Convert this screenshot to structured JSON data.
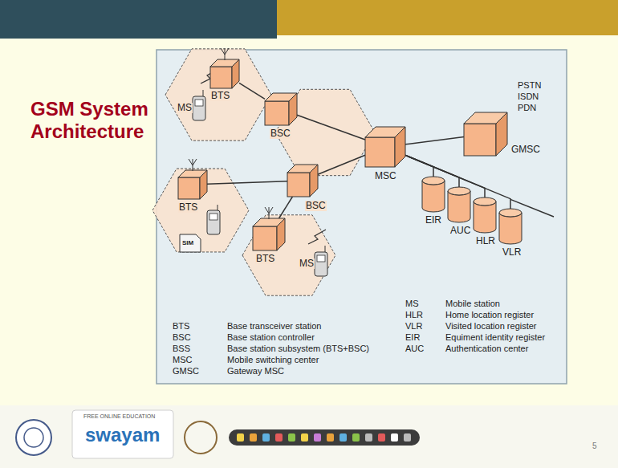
{
  "diagram": {
    "title": "GSM System Architecture",
    "nodes": [
      {
        "text": [
          "MS"
        ]
      },
      {
        "text": [
          "BTS"
        ]
      },
      {
        "text": [
          "BSC"
        ]
      },
      {
        "text": [
          "MSC"
        ]
      },
      {
        "text": [
          "GMSC"
        ]
      },
      {
        "text": [
          "BTS"
        ]
      },
      {
        "text": [
          "BSC"
        ]
      },
      {
        "text": [
          "EIR"
        ]
      },
      {
        "text": [
          "AUC"
        ]
      },
      {
        "text": [
          "HLR"
        ]
      },
      {
        "text": [
          "VLR"
        ]
      },
      {
        "text": [
          "BTS"
        ]
      },
      {
        "text": [
          "MS"
        ]
      }
    ],
    "edges": [
      {
        "from": 1,
        "to": 2,
        "arrow": "none"
      },
      {
        "from": 2,
        "to": 3,
        "arrow": "none"
      },
      {
        "from": 3,
        "to": 4,
        "arrow": "none"
      },
      {
        "from": 5,
        "to": 6,
        "arrow": "none"
      },
      {
        "from": 11,
        "to": 6,
        "arrow": "none"
      },
      {
        "from": 6,
        "to": 3,
        "arrow": "none"
      },
      {
        "from": 3,
        "to": 7,
        "arrow": "none"
      },
      {
        "from": 3,
        "to": 8,
        "arrow": "none"
      },
      {
        "from": 3,
        "to": 9,
        "arrow": "none"
      },
      {
        "from": 3,
        "to": 10,
        "arrow": "none"
      }
    ],
    "labels": [
      "PSTN",
      "ISDN",
      "PDN",
      "SIM",
      "BTS",
      "Base transceiver station",
      "BSC",
      "Base station controller",
      "BSS",
      "Base station subsystem (BTS+BSC)",
      "MSC",
      "Mobile switching center",
      "GMSC",
      "Gateway MSC",
      "MS",
      "Mobile station",
      "HLR",
      "Home location register",
      "VLR",
      "Visited location register",
      "EIR",
      "Equiment identity register",
      "AUC",
      "Authentication center",
      "FREE ONLINE EDUCATION",
      "swayam",
      "5"
    ]
  }
}
